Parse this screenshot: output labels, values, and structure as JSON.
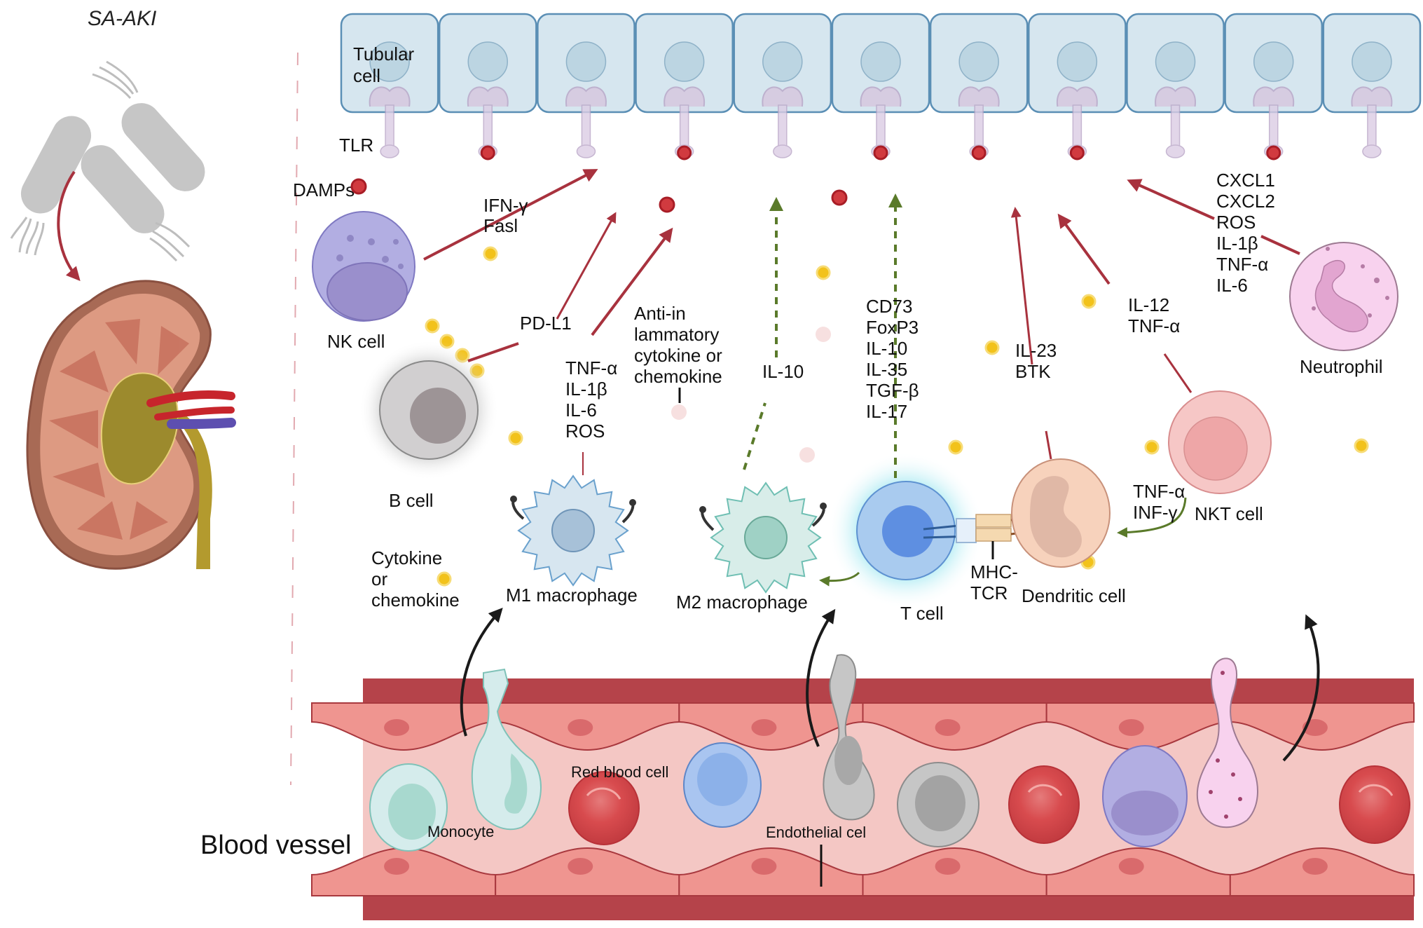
{
  "title": "SA-AKI",
  "colors": {
    "damage_arrow": "#a8323e",
    "protective_arrow": "#5a7a2a",
    "recruit_arrow": "#1a1a1a",
    "cytokine_dot": "#f2c21b",
    "damp_dot": "#c41e2a",
    "tubular_cell_fill": "#d6e6ef",
    "tubular_cell_stroke": "#5b8fb5",
    "vessel_wall": "#b5434a",
    "endothelium": "#ef9590",
    "lumen": "#f4c7c4"
  },
  "left_panel": {
    "bacteria_icon": "bacteria-icon",
    "kidney_icon": "kidney-icon"
  },
  "tubule": {
    "cell_label_line1": "Tubular",
    "cell_label_line2": "cell",
    "receptor_label": "TLR",
    "damp_label": "DAMPs",
    "cell_count": 11
  },
  "cells": {
    "nk": {
      "label": "NK  cell",
      "mediators": [
        "IFN-γ",
        "Fasl"
      ]
    },
    "b": {
      "label": "B cell",
      "mediators": [
        "PD-L1"
      ]
    },
    "m1": {
      "label": "M1 macrophage",
      "mediators": [
        "TNF-α",
        "IL-1β",
        "IL-6",
        "ROS"
      ]
    },
    "anti_inflammatory": {
      "lines": [
        "Anti-in",
        "lammatory",
        "cytokine or",
        "chemokine"
      ]
    },
    "m2": {
      "label": "M2 macrophage",
      "mediators": [
        "IL-10"
      ]
    },
    "t": {
      "label": "T cell",
      "mediators": [
        "CD73",
        "FoxP3",
        "IL-10",
        "IL-35",
        "TGF-β",
        "IL-17"
      ]
    },
    "mhc_tcr": {
      "lines": [
        "MHC-",
        "TCR"
      ]
    },
    "dendritic": {
      "label": "Dendritic cell",
      "mediators": [
        "IL-23",
        "BTK"
      ]
    },
    "nkt": {
      "label": "NKT cell",
      "mediators": [
        "IL-12",
        "TNF-α"
      ],
      "to_dendritic": [
        "TNF-α",
        "INF-γ"
      ]
    },
    "neutrophil": {
      "label": "Neutrophil",
      "mediators": [
        "CXCL1",
        "CXCL2",
        "ROS",
        "IL-1β",
        "TNF-α",
        "IL-6"
      ]
    }
  },
  "legend": {
    "cytokine_lines": [
      "Cytokine",
      "or",
      "chemokine"
    ]
  },
  "vessel": {
    "label": "Blood vessel",
    "monocyte_label": "Monocyte",
    "rbc_label": "Red blood cell",
    "endothelial_label": "Endothelial cel"
  }
}
